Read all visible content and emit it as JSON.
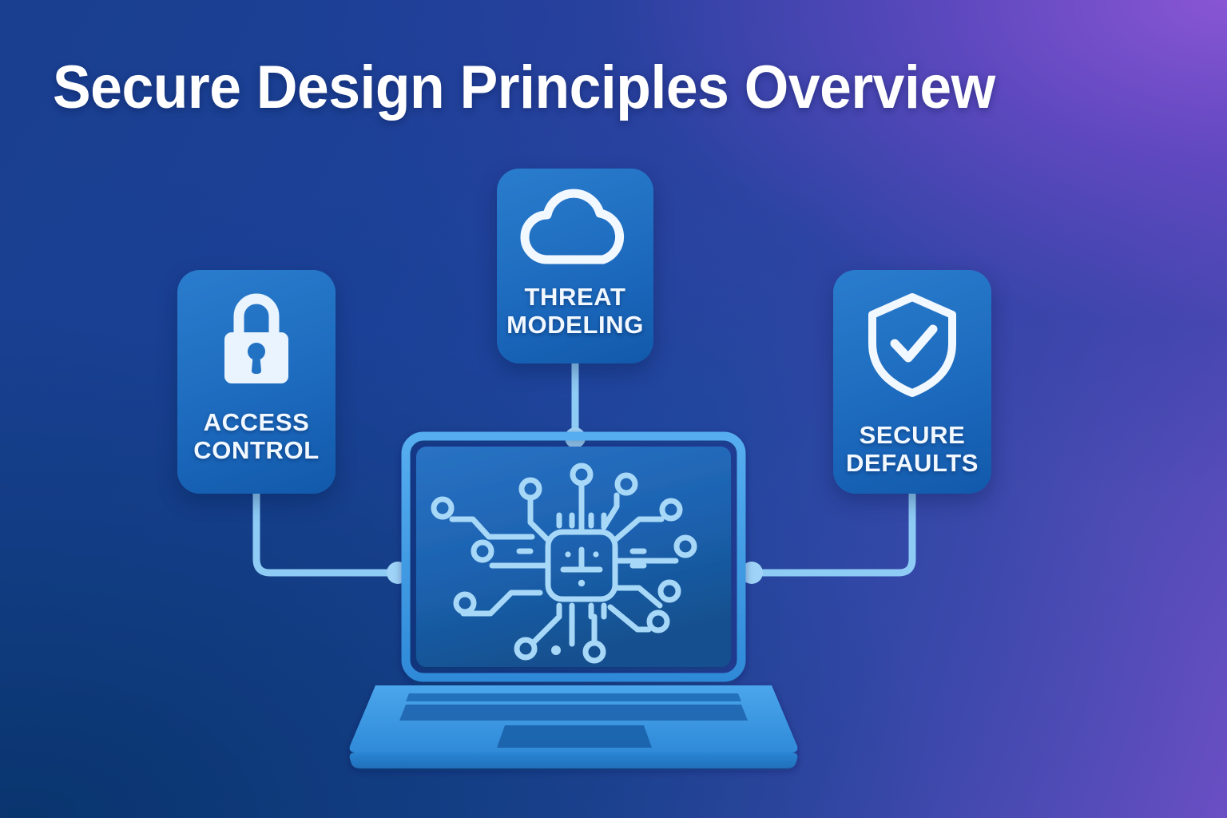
{
  "title": "Secure Design Principles Overview",
  "theme": {
    "bg_top_right": "#7950cc",
    "bg_top_left": "#1e3a8f",
    "bg_bottom_left": "#0c3b72",
    "bg_bottom_right": "#1e43a0",
    "card_fill_top": "#2a7ccd",
    "card_fill_bottom": "#1259aa",
    "card_text": "#f2f8ff",
    "connector": "#8ecbf5",
    "laptop_bezel": "#3d9ae8",
    "laptop_screen": "#1b5fad",
    "laptop_base": "#3e9de9",
    "circuit": "#a8d8f7",
    "title_color": "#ffffff"
  },
  "cards": [
    {
      "id": "access-control",
      "icon": "padlock-icon",
      "label_line1": "ACCESS",
      "label_line2": "CONTROL",
      "connector": "elbow-left"
    },
    {
      "id": "threat-modeling",
      "icon": "cloud-icon",
      "label_line1": "THREAT",
      "label_line2": "MODELING",
      "connector": "vertical-down"
    },
    {
      "id": "secure-defaults",
      "icon": "shield-check-icon",
      "label_line1": "SECURE",
      "label_line2": "DEFAULTS",
      "connector": "elbow-right"
    }
  ],
  "center": {
    "id": "laptop",
    "icon": "laptop-icon",
    "screen_icon": "circuit-chip-icon",
    "base_icon": "keyboard-trackpad"
  }
}
